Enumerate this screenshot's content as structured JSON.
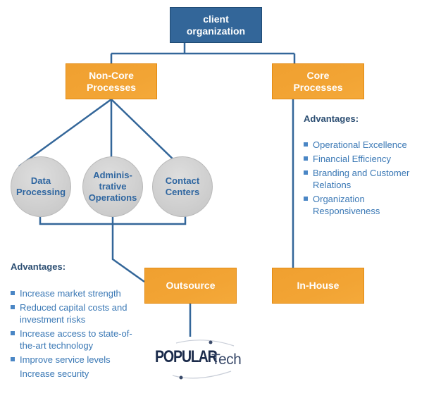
{
  "colors": {
    "connector": "#336699",
    "top_box": "#336699",
    "process_box": "#F2A232",
    "circle": "#D0D0D0",
    "circle_text": "#2F66A0",
    "advantage_title": "#2D4F73",
    "advantage_item": "#3A78B5"
  },
  "nodes": {
    "client": {
      "label": "client organization"
    },
    "non_core": {
      "label": "Non-Core Processes"
    },
    "core": {
      "label": "Core Processes"
    },
    "circles": [
      {
        "label": "Data Processing"
      },
      {
        "label": "Adminis-trative Operations"
      },
      {
        "label": "Contact Centers"
      }
    ],
    "outsource": {
      "label": "Outsource"
    },
    "in_house": {
      "label": "In-House"
    }
  },
  "core_advantages": {
    "title": "Advantages:",
    "items": [
      "Operational Excellence",
      "Financial Efficiency",
      "Branding and Customer Relations",
      "Organization Responsiveness"
    ]
  },
  "outsource_advantages": {
    "title": "Advantages:",
    "items": [
      {
        "text": "Increase market strength",
        "bullet": true
      },
      {
        "text": "Reduced capital costs and investment risks",
        "bullet": true
      },
      {
        "text": "Increase access to state-of-the-art technology",
        "bullet": true
      },
      {
        "text": "Improve service levels",
        "bullet": true
      },
      {
        "text": "Increase security",
        "bullet": false
      }
    ]
  },
  "logo": {
    "part1": "POPULAR",
    "part2": "Tech"
  }
}
